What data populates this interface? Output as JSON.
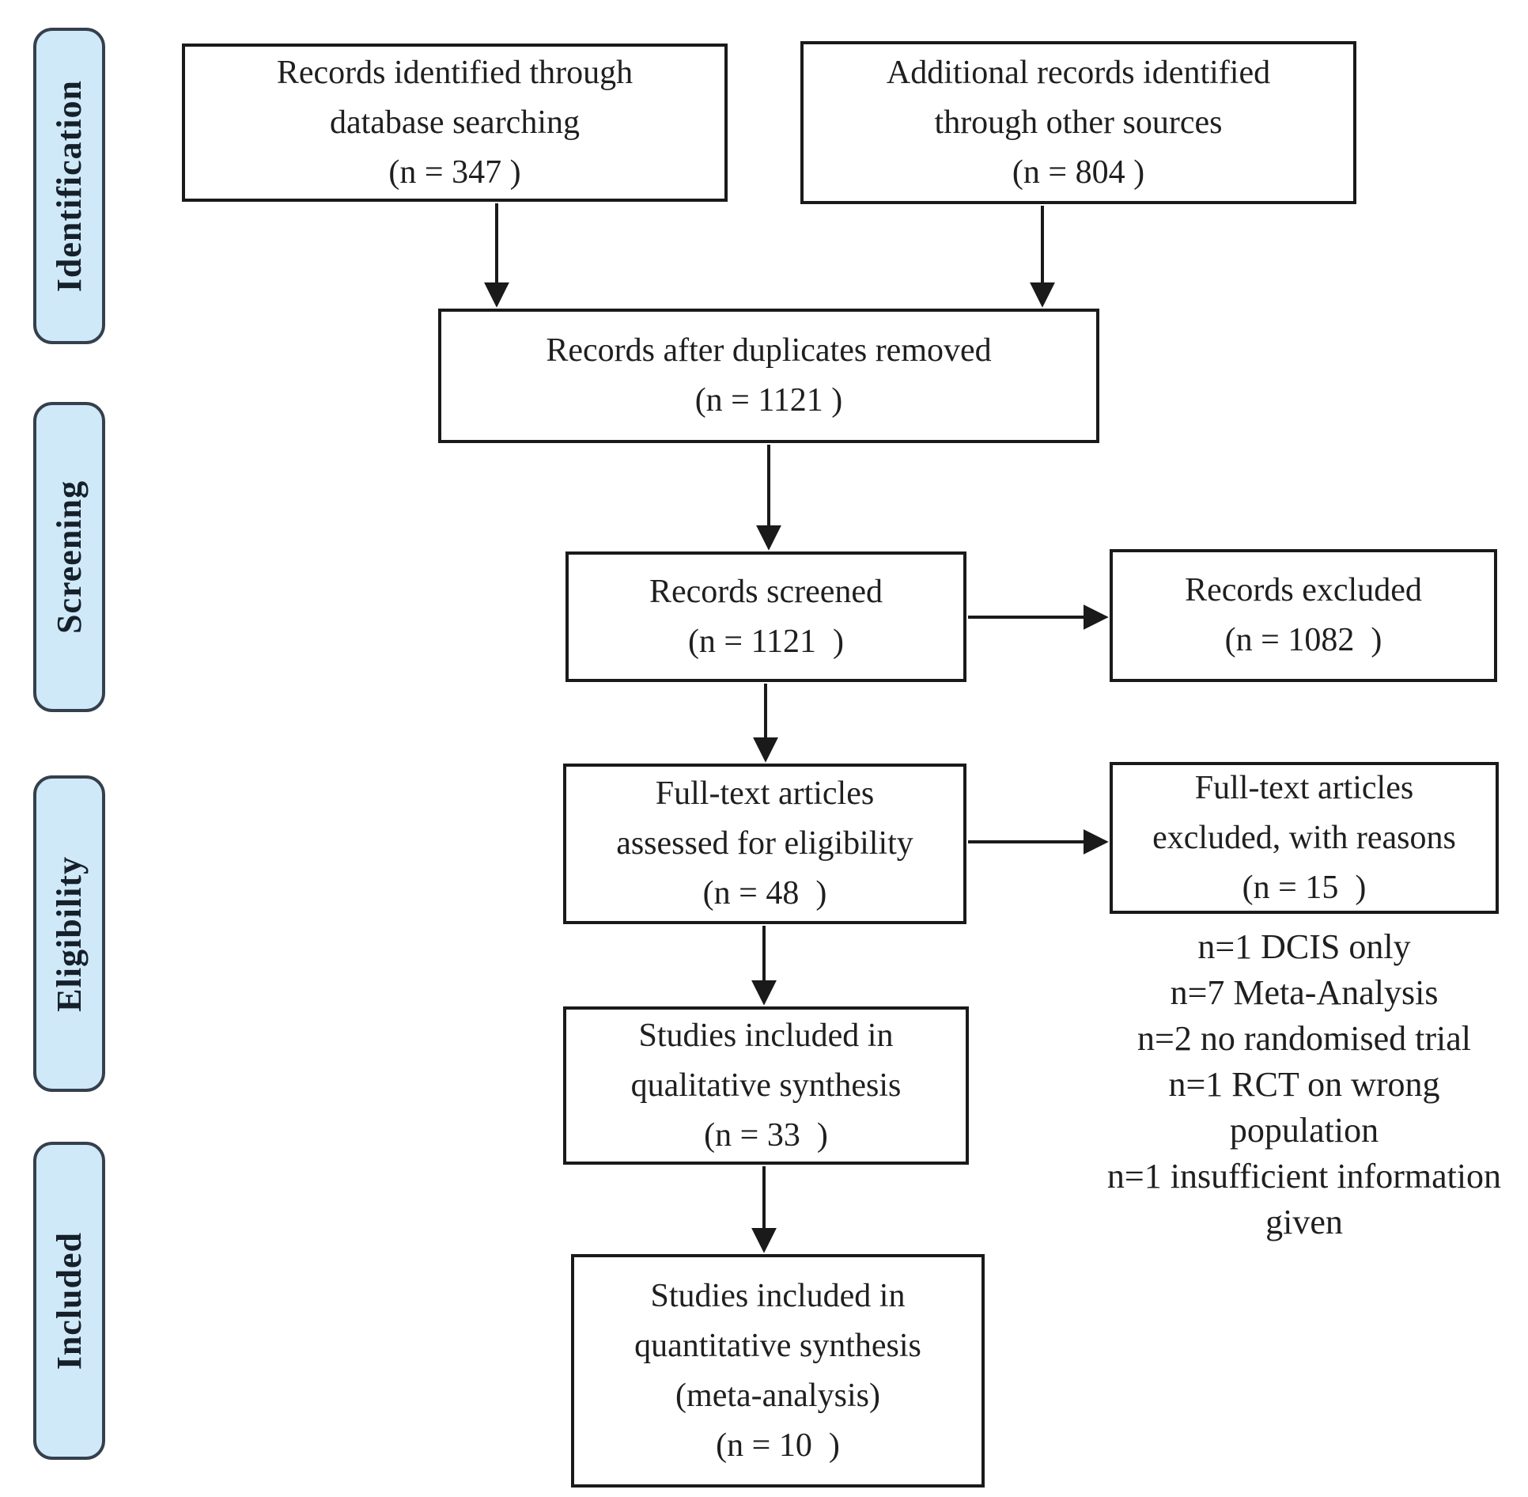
{
  "stages": [
    {
      "label": "Identification"
    },
    {
      "label": "Screening"
    },
    {
      "label": "Eligibility"
    },
    {
      "label": "Included"
    }
  ],
  "boxes": {
    "records_db": {
      "lines": [
        "Records identified through",
        "database searching",
        "(n = 347 )"
      ]
    },
    "records_other": {
      "lines": [
        "Additional records identified",
        "through other sources",
        "(n = 804 )"
      ]
    },
    "duplicates": {
      "lines": [
        "Records after duplicates removed",
        "(n = 1121 )"
      ]
    },
    "screened": {
      "lines": [
        "Records screened",
        "(n = 1121  )"
      ]
    },
    "excluded": {
      "lines": [
        "Records excluded",
        "(n = 1082  )"
      ]
    },
    "fulltext": {
      "lines": [
        "Full-text articles",
        "assessed for eligibility",
        "(n = 48  )"
      ]
    },
    "ft_excluded": {
      "lines": [
        "Full-text articles",
        "excluded, with reasons",
        "(n = 15  )"
      ]
    },
    "qualitative": {
      "lines": [
        "Studies included in",
        "qualitative synthesis",
        "(n = 33  )"
      ]
    },
    "quantitative": {
      "lines": [
        "Studies included in",
        "quantitative synthesis",
        "(meta-analysis)",
        "(n = 10  )"
      ]
    }
  },
  "exclusion_reasons": [
    "n=1 DCIS only",
    "n=7 Meta-Analysis",
    "n=2 no randomised trial",
    "n=1 RCT on wrong population",
    "n=1 insufficient information given"
  ],
  "colors": {
    "stage_fill": "#cfe9f8",
    "stage_border": "#35404c",
    "box_border": "#1a1a1a",
    "text": "#1f1f1f"
  }
}
